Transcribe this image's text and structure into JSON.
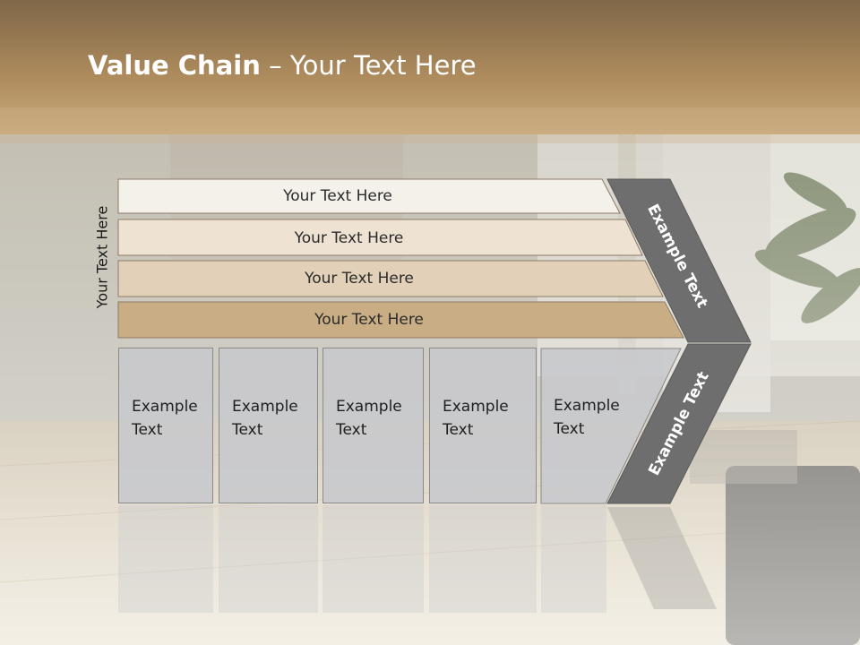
{
  "slide": {
    "title_bold": "Value Chain",
    "title_rest": " – Your Text Here",
    "side_label": "Your Text Here",
    "rows": [
      {
        "label": "Your Text Here"
      },
      {
        "label": "Your Text Here"
      },
      {
        "label": "Your Text Here"
      },
      {
        "label": "Your Text Here"
      }
    ],
    "cards": [
      {
        "line1": "Example",
        "line2": "Text"
      },
      {
        "line1": "Example",
        "line2": "Text"
      },
      {
        "line1": "Example",
        "line2": "Text"
      },
      {
        "line1": "Example",
        "line2": "Text"
      },
      {
        "line1": "Example",
        "line2": "Text"
      }
    ],
    "chevron_upper": "Example Text",
    "chevron_lower": "Example Text"
  }
}
